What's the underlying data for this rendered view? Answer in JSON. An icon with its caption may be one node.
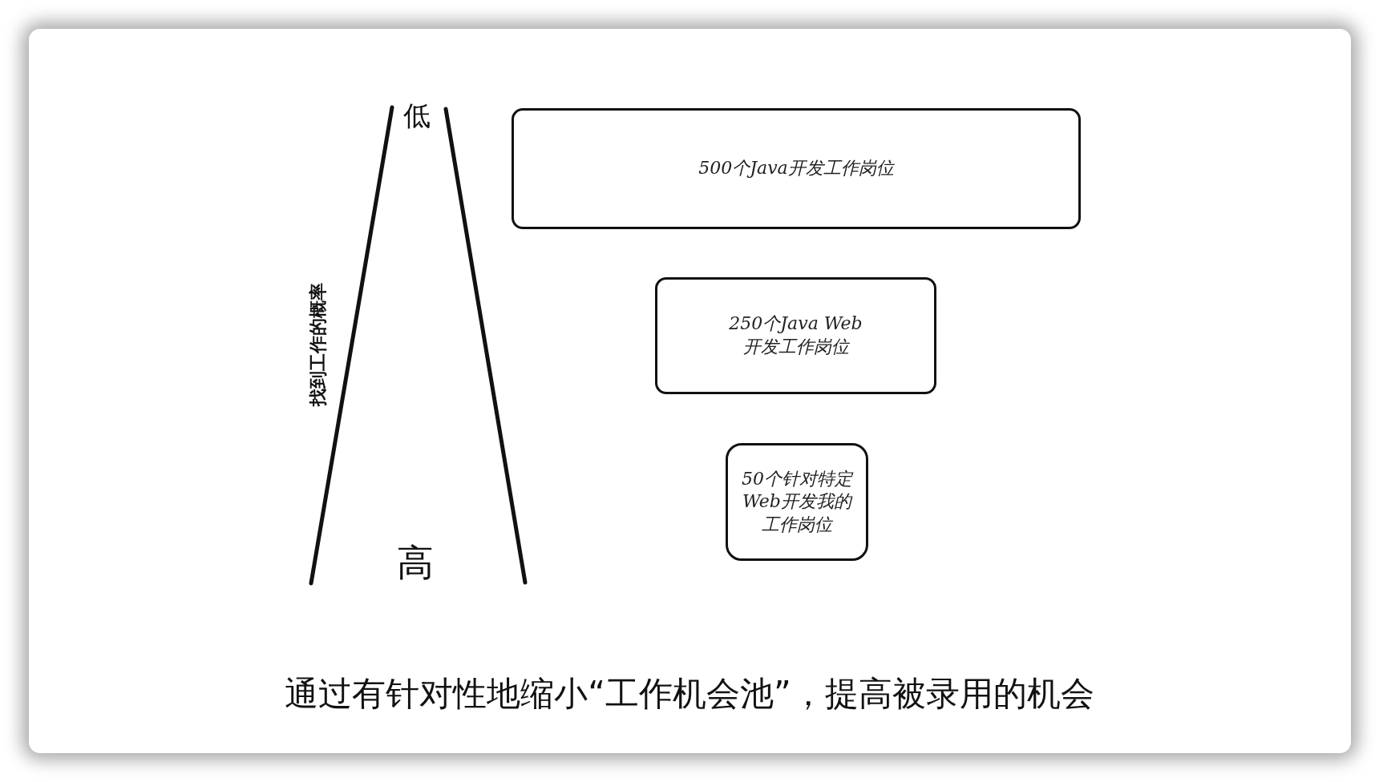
{
  "diagram": {
    "caption": "通过有针对性地缩小“工作机会池”，提高被录用的机会",
    "nodes": [
      {
        "text": [
          "500个Java开发工作岗位"
        ]
      },
      {
        "text": [
          "250个Java Web开发工作岗位"
        ]
      },
      {
        "text": [
          "50个针对特定Web开发我的工作岗位"
        ]
      }
    ],
    "labels": [
      "低",
      "找到工作的概率",
      "高"
    ]
  }
}
